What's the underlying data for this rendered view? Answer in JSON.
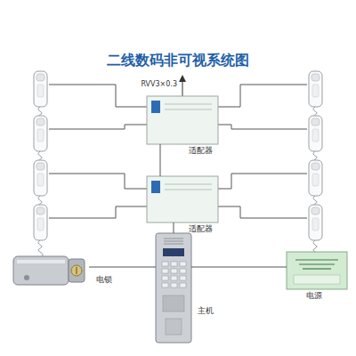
{
  "diagram": {
    "title": "二线数码非可视系统图",
    "nodes": [
      {
        "text": [
          "适配器"
        ]
      },
      {
        "text": [
          "适配器"
        ]
      },
      {
        "text": [
          "电锁"
        ]
      },
      {
        "text": [
          "主机"
        ]
      },
      {
        "text": [
          "电源"
        ]
      }
    ],
    "edges": [
      {
        "from": 0,
        "to": 1,
        "arrow": "none"
      },
      {
        "from": 1,
        "to": 3,
        "arrow": "none"
      },
      {
        "from": 2,
        "to": 3,
        "arrow": "none"
      },
      {
        "from": 4,
        "to": 3,
        "arrow": "none"
      }
    ],
    "labels": [
      "RVV3×0.3"
    ]
  }
}
